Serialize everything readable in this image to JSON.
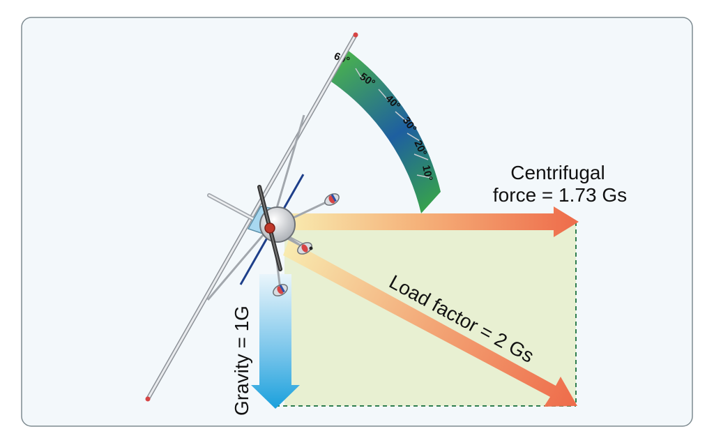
{
  "labels": {
    "centrifugal_line1": "Centrifugal",
    "centrifugal_line2": "force = 1.73 Gs",
    "load_factor": "Load factor = 2 Gs",
    "gravity": "Gravity = 1G"
  },
  "bank_scale": {
    "ticks": [
      "60°",
      "50°",
      "40°",
      "30°",
      "20°",
      "10°"
    ]
  },
  "colors": {
    "panel_bg": "#f3f8fb",
    "panel_border": "#7d8a90",
    "vector_fill": "#e8f0d2",
    "arrow_orange": "#ee6b4a",
    "arrow_yellow": "#f6e2a0",
    "gravity_blue": "#1aa0dc",
    "arc_green": "#3fae3c",
    "arc_blue": "#1e4f9a",
    "dashed_green": "#2e7d4f"
  }
}
